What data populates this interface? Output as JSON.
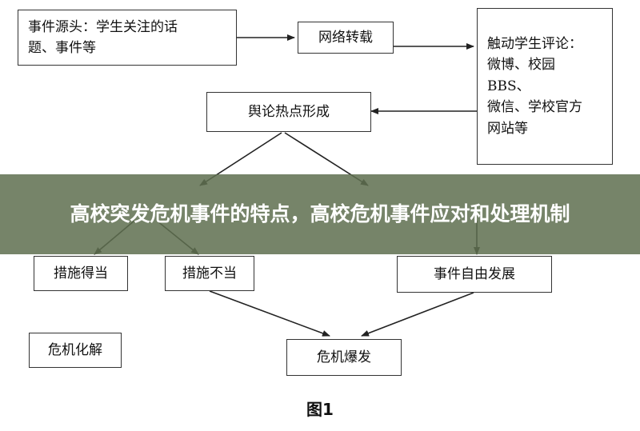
{
  "nodes": {
    "source": "事件源头：学生关注的话\n题、事件等",
    "network": "网络转载",
    "discussion": "触动学生评论：\n微博、校园 BBS、\n微信、学校官方\n网站等",
    "hotspot": "舆论热点形成",
    "proper": "措施得当",
    "improper": "措施不当",
    "free_dev": "事件自由发展",
    "resolved": "危机化解",
    "outbreak": "危机爆发"
  },
  "banner": {
    "title": "高校突发危机事件的特点，高校危机事件应对和处理机制"
  },
  "caption": "图1"
}
